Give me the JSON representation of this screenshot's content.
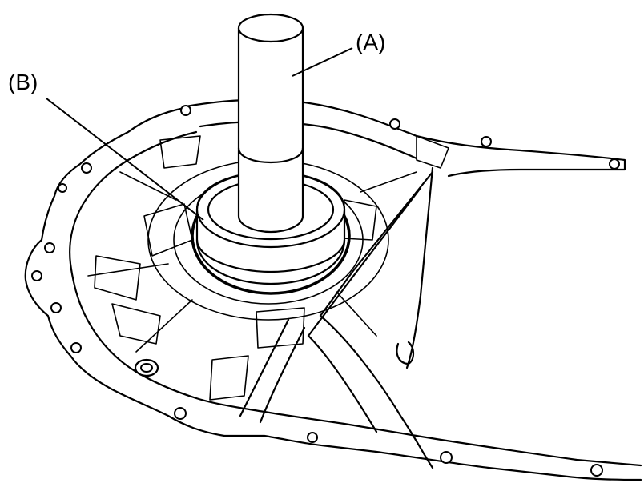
{
  "figure": {
    "callouts": [
      {
        "id": "A",
        "label": "(A)"
      },
      {
        "id": "B",
        "label": "(B)"
      }
    ],
    "colors": {
      "ink": "#000000",
      "background": "#ffffff"
    }
  }
}
